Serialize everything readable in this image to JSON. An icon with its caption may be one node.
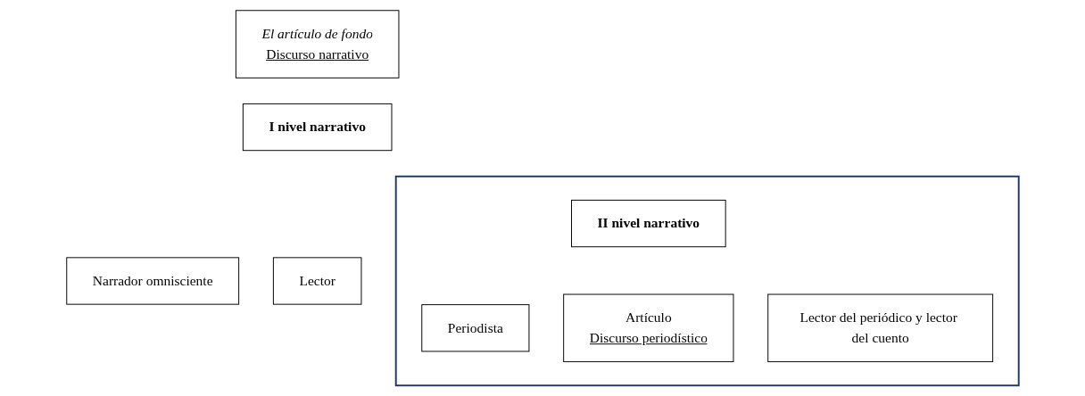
{
  "diagram": {
    "nodes": [
      {
        "text": [
          "El artículo de fondo",
          "Discurso narrativo"
        ]
      },
      {
        "text": [
          "I nivel narrativo"
        ]
      },
      {
        "text": [],
        "shape": "box"
      },
      {
        "text": [
          "II nivel narrativo"
        ],
        "in": 2
      },
      {
        "text": [
          "Narrador omnisciente"
        ]
      },
      {
        "text": [
          "Periodista"
        ],
        "in": 2
      },
      {
        "text": [
          "Artículo",
          "Discurso periodístico"
        ],
        "in": 2
      },
      {
        "text": [
          "Lector del periódico y lector del cuento"
        ],
        "in": 2
      },
      {
        "text": [
          "Lector"
        ]
      }
    ],
    "edges": []
  }
}
